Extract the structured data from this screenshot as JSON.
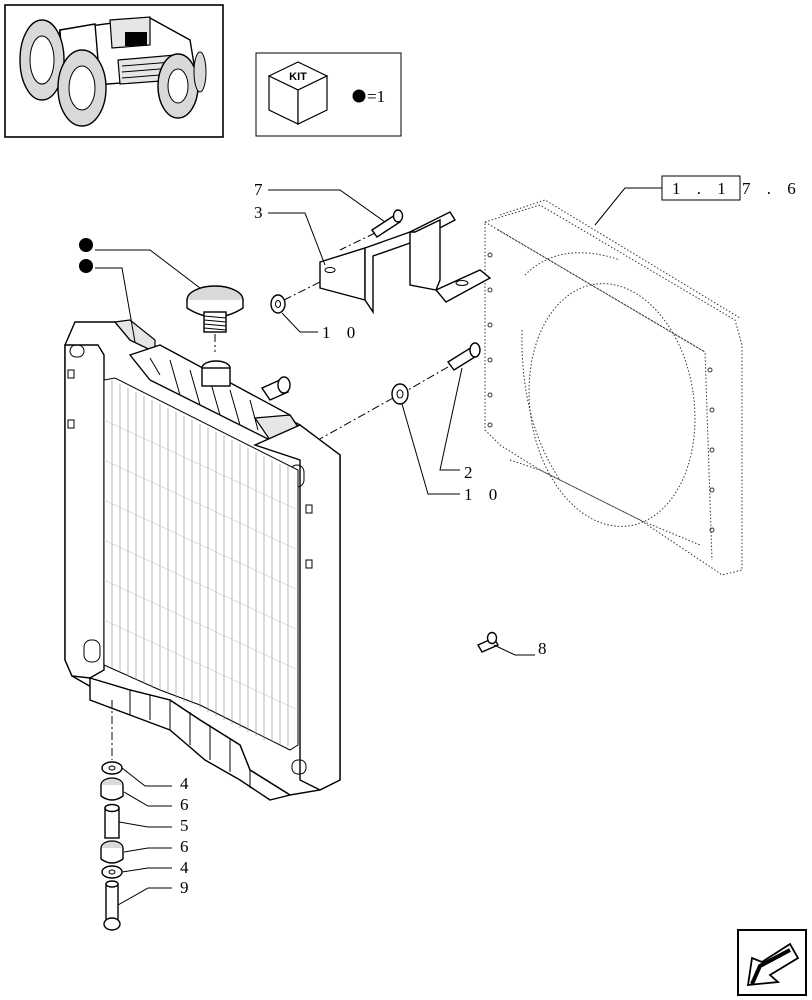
{
  "kit_box": {
    "kit_label": "KIT",
    "equals_text": "=1"
  },
  "reference": {
    "text": "1 . 1 7 . 6"
  },
  "callouts": {
    "c7": "7",
    "c3": "3",
    "c10a": "1 0",
    "c2": "2",
    "c10b": "1 0",
    "c8": "8",
    "c4a": "4",
    "c6a": "6",
    "c5": "5",
    "c6b": "6",
    "c4b": "4",
    "c9": "9"
  },
  "icons": {
    "thumbnail": "tractor-thumbnail-icon",
    "kit": "kit-box-icon",
    "kit_marker": "filled-circle-marker",
    "navigation": "next-page-arrow-icon"
  }
}
